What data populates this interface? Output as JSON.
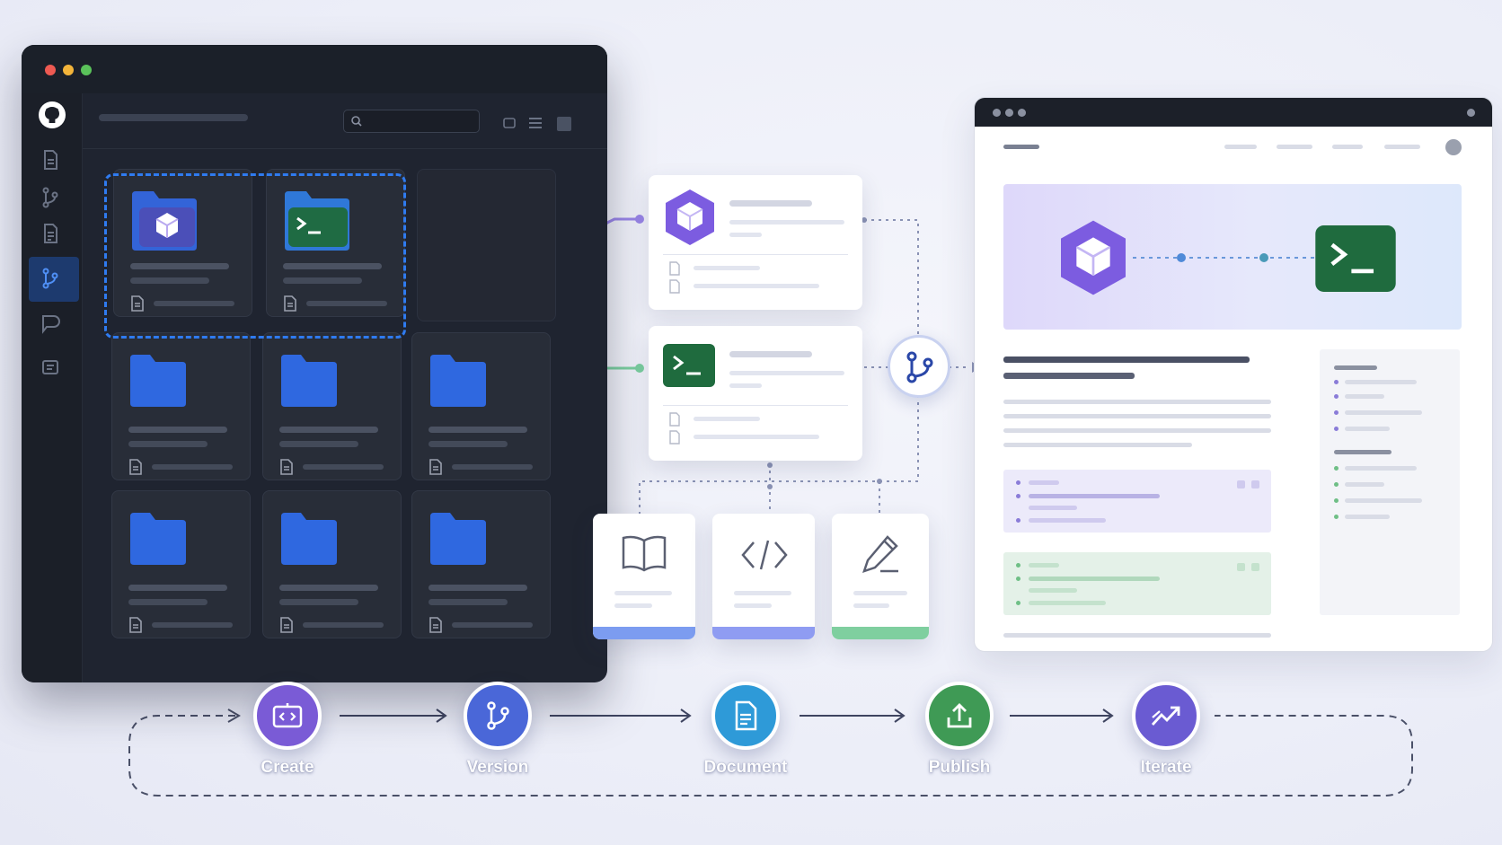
{
  "workflow": {
    "steps": [
      {
        "label": "Create",
        "icon": "code-box-icon",
        "color": "#7a5bd6"
      },
      {
        "label": "Version",
        "icon": "branch-icon",
        "color": "#4a67d8"
      },
      {
        "label": "Document",
        "icon": "document-icon",
        "color": "#2e9ad8"
      },
      {
        "label": "Publish",
        "icon": "upload-icon",
        "color": "#3f9a55"
      },
      {
        "label": "Iterate",
        "icon": "trend-icon",
        "color": "#6a5bd2"
      }
    ]
  },
  "colors": {
    "accent_blue": "#2f7bf0",
    "purple": "#7b5fd6",
    "green": "#2f8a4a",
    "dark_bg": "#1f2430"
  },
  "icons": {
    "app_logo": "github-icon",
    "package": "cube-icon",
    "terminal": "terminal-icon",
    "merge": "merge-icon",
    "book": "book-icon",
    "code": "code-icon",
    "edit": "pencil-icon"
  }
}
